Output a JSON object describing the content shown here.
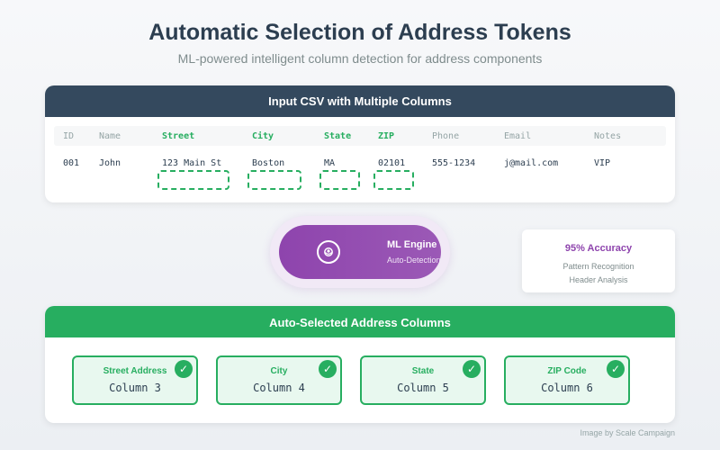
{
  "title": "Automatic Selection of Address Tokens",
  "subtitle": "ML-powered intelligent column detection for address components",
  "input": {
    "header": "Input CSV with Multiple Columns",
    "columns": [
      "ID",
      "Name",
      "Street",
      "City",
      "State",
      "ZIP",
      "Phone",
      "Email",
      "Notes"
    ],
    "row": [
      "001",
      "John",
      "123 Main St",
      "Boston",
      "MA",
      "02101",
      "555-1234",
      "j@mail.com",
      "VIP"
    ],
    "address_columns": [
      "Street",
      "City",
      "State",
      "ZIP"
    ]
  },
  "ml_engine": {
    "title": "ML Engine",
    "subtitle": "Auto-Detection"
  },
  "accuracy": {
    "title": "95% Accuracy",
    "line1": "Pattern Recognition",
    "line2": "Header Analysis"
  },
  "output": {
    "header": "Auto-Selected Address Columns",
    "items": [
      {
        "name": "Street Address",
        "column": "Column 3"
      },
      {
        "name": "City",
        "column": "Column 4"
      },
      {
        "name": "State",
        "column": "Column 5"
      },
      {
        "name": "ZIP Code",
        "column": "Column 6"
      }
    ],
    "check_glyph": "✓"
  },
  "credit": "Image by Scale Campaign",
  "colors": {
    "dark_header": "#34495e",
    "accent_green": "#27ae60",
    "accent_purple": "#8e44ad"
  }
}
